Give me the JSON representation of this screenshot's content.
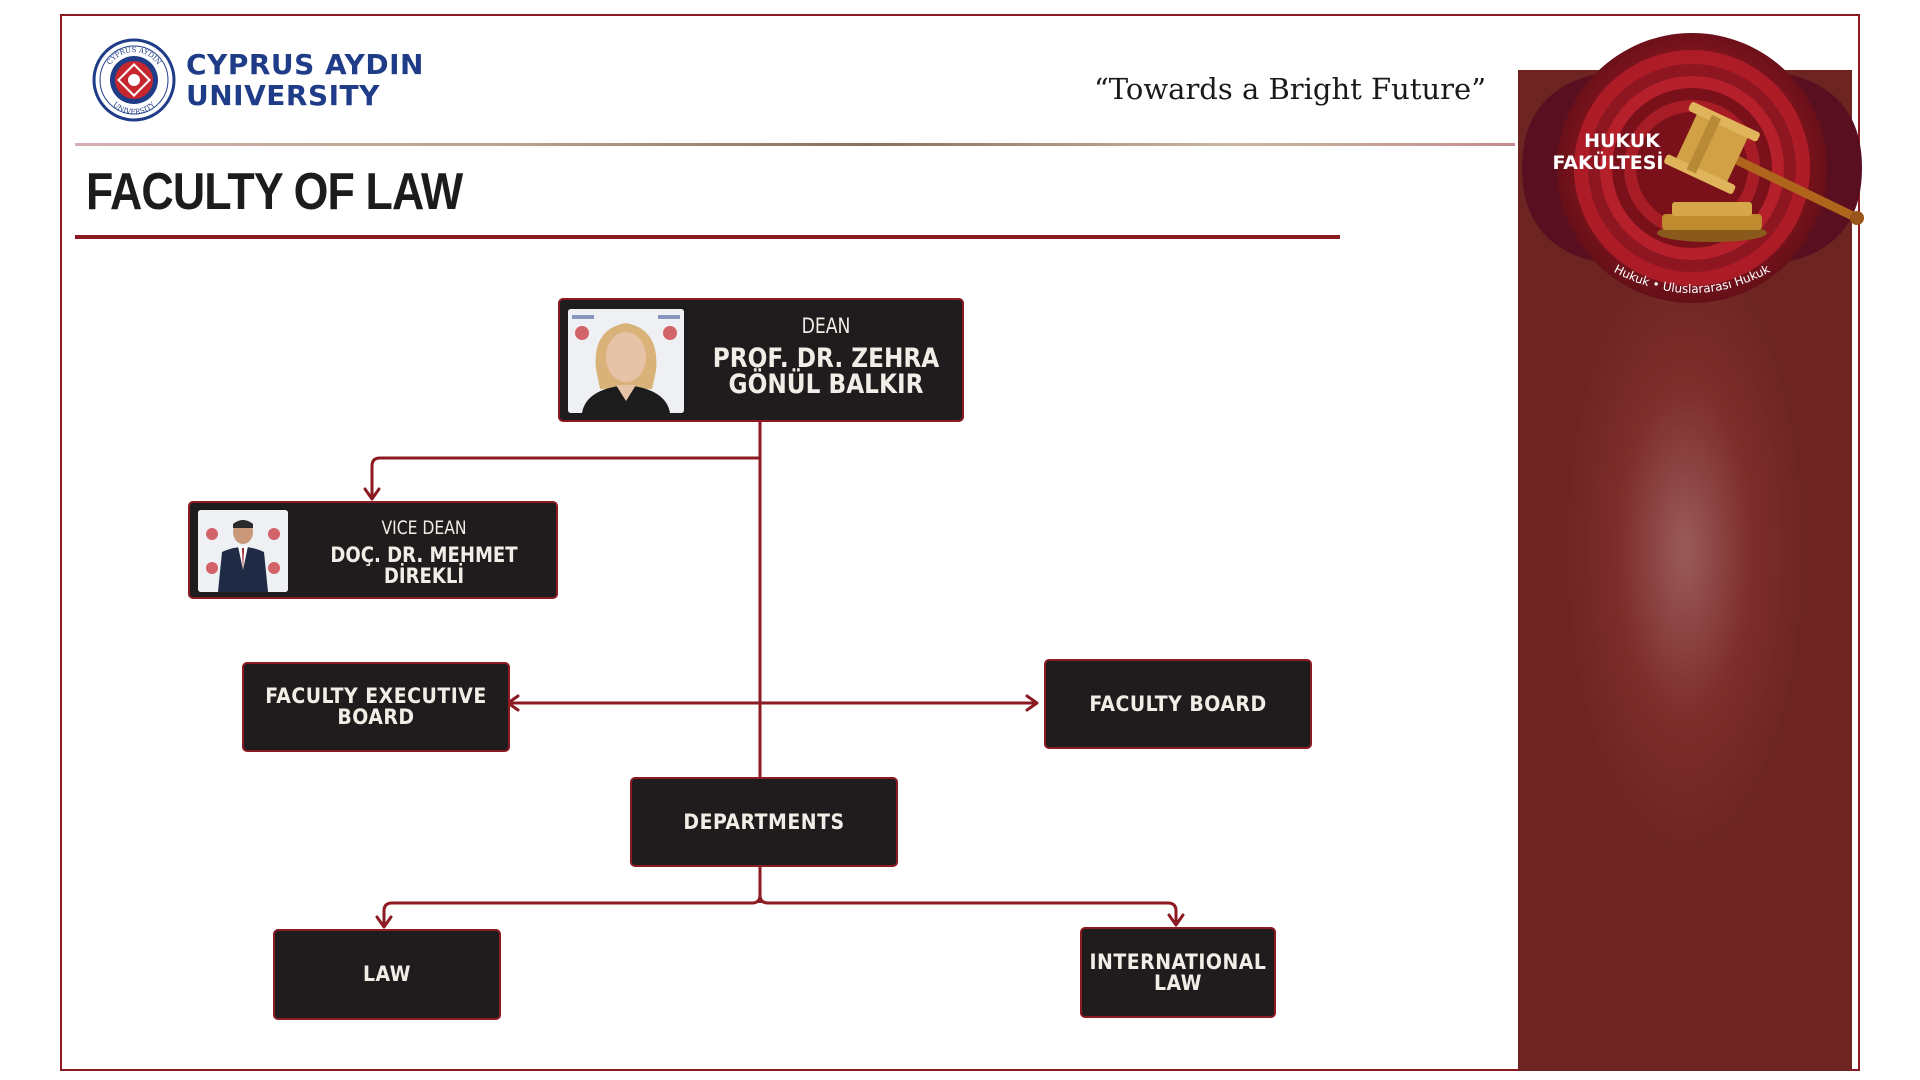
{
  "university": {
    "name_line1": "CYPRUS AYDIN",
    "name_line2": "UNIVERSITY",
    "seal_text_top": "CYPRUS AYDIN",
    "seal_text_bottom": "UNIVERSITY"
  },
  "slogan": "“Towards a Bright Future”",
  "page_title": "FACULTY OF LAW",
  "emblem": {
    "title_line1": "HUKUK",
    "title_line2": "FAKÜLTESİ",
    "arc_text": "Hukuk • Uluslararası Hukuk"
  },
  "org_chart": {
    "dean": {
      "role": "DEAN",
      "name_line1": "PROF. DR. ZEHRA",
      "name_line2": "GÖNÜL BALKIR"
    },
    "vice_dean": {
      "role": "VICE DEAN",
      "name_line1": "DOÇ. DR. MEHMET",
      "name_line2": "DİREKLİ"
    },
    "executive_board": {
      "line1": "FACULTY EXECUTIVE",
      "line2": "BOARD"
    },
    "faculty_board": {
      "label": "FACULTY BOARD"
    },
    "departments": {
      "label": "DEPARTMENTS"
    },
    "law": {
      "label": "LAW"
    },
    "international_law": {
      "line1": "INTERNATIONAL",
      "line2": "LAW"
    }
  },
  "colors": {
    "accent": "#8b1a22",
    "box_fill": "#1e1c1c",
    "box_text": "#f2ede6",
    "university_blue": "#1f3c88",
    "panel": "#7e2e2b"
  }
}
